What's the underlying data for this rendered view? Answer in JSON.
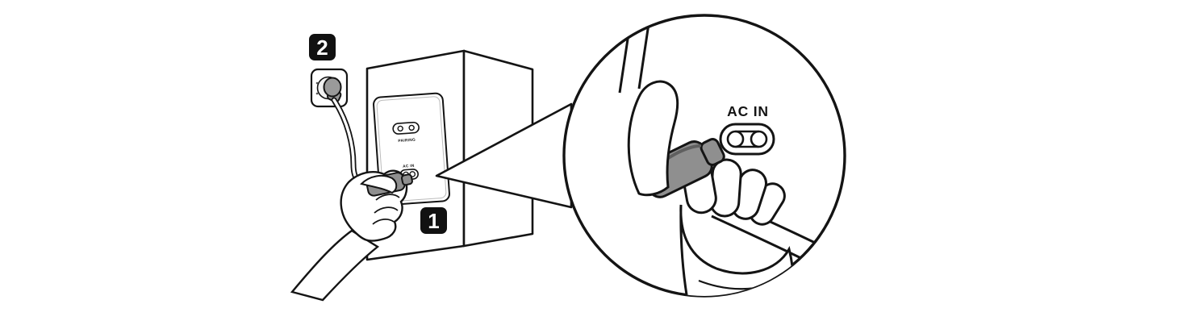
{
  "figure": {
    "description": "Speaker power-cord connection illustration with magnified AC IN detail",
    "labels": {
      "step_plug_into_speaker": "1",
      "step_plug_into_wall": "2",
      "pairing_button": "PAIRING",
      "ac_in_panel": "AC IN",
      "ac_in_zoom": "AC IN"
    },
    "colors": {
      "line": "#141414",
      "connector_gray": "#8f8f8f",
      "connector_ridge": "#5f5f5f",
      "plug_gray": "#9a9a9a",
      "socket_recess": "#f1f1f1",
      "badge_bg": "#111111",
      "badge_text": "#ffffff",
      "background": "#ffffff"
    }
  }
}
